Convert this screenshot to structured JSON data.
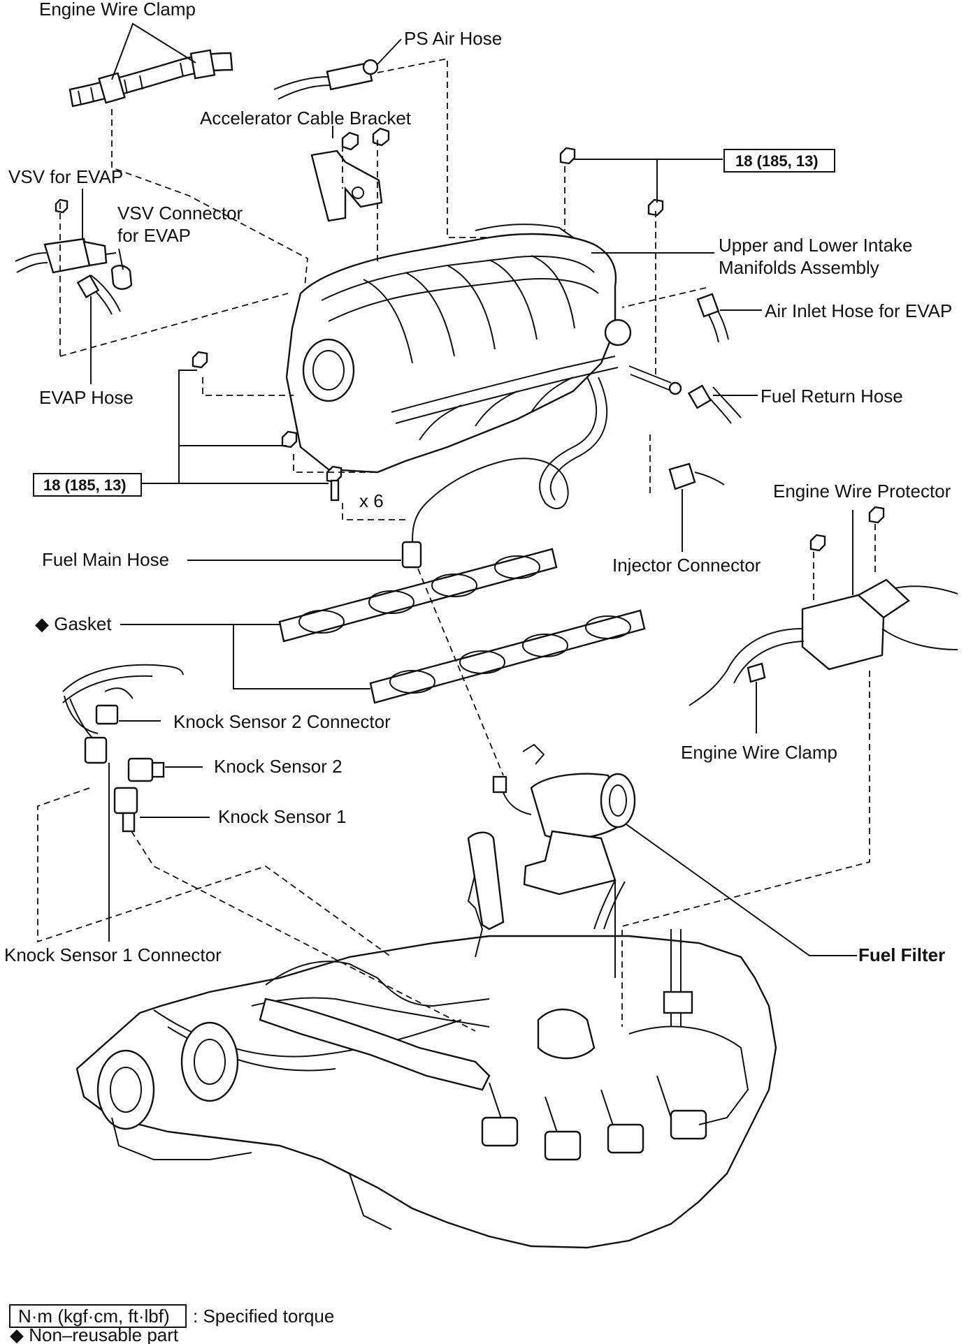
{
  "labels": {
    "engine_wire_clamp_top": "Engine Wire Clamp",
    "ps_air_hose": "PS Air Hose",
    "accelerator_cable_bracket": "Accelerator Cable Bracket",
    "vsv_for_evap": "VSV for EVAP",
    "vsv_connector_line1": "VSV Connector",
    "vsv_connector_line2": "for EVAP",
    "manifold_line1": "Upper and Lower Intake",
    "manifold_line2": "Manifolds Assembly",
    "air_inlet_hose": "Air Inlet Hose for EVAP",
    "evap_hose": "EVAP Hose",
    "fuel_return_hose": "Fuel Return Hose",
    "engine_wire_protector": "Engine Wire Protector",
    "injector_connector": "Injector Connector",
    "fuel_main_hose": "Fuel Main Hose",
    "gasket": "◆ Gasket",
    "knock_sensor_2_connector": "Knock Sensor 2 Connector",
    "knock_sensor_2": "Knock Sensor 2",
    "knock_sensor_1": "Knock Sensor 1",
    "engine_wire_clamp_right": "Engine Wire Clamp",
    "knock_sensor_1_connector": "Knock Sensor 1 Connector",
    "fuel_filter": "Fuel Filter",
    "bolt_qty": "x 6"
  },
  "torque": {
    "upper": "18 (185, 13)",
    "lower": "18 (185, 13)"
  },
  "legend": {
    "torque_unit": "N·m (kgf·cm, ft·lbf)",
    "torque_desc": ": Specified torque",
    "non_reusable": "◆ Non–reusable part"
  },
  "colors": {
    "ink": "#111111",
    "paper": "#ffffff"
  }
}
